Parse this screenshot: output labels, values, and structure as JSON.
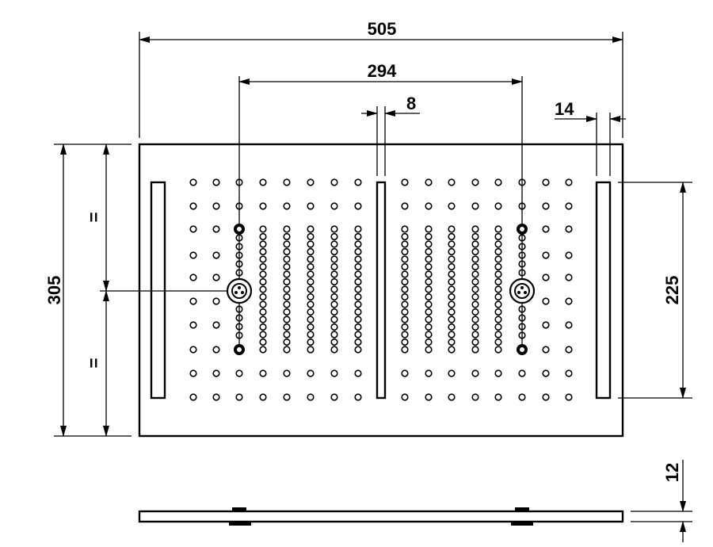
{
  "dimensions": {
    "total_width": "505",
    "inlet_spacing": "294",
    "center_slot_width": "8",
    "edge_slot_width": "14",
    "total_height": "305",
    "equal_upper": "=",
    "equal_lower": "=",
    "slot_length": "225",
    "thickness": "12"
  },
  "colors": {
    "ink": "#000000",
    "paper": "#ffffff"
  }
}
